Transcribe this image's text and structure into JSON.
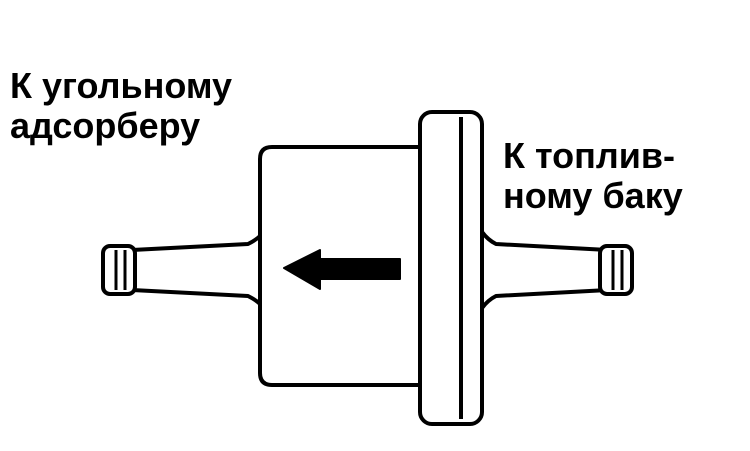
{
  "labels": {
    "left": {
      "line1": "К угольному",
      "line2": "адсорберу"
    },
    "right": {
      "line1": "К топлив-",
      "line2": "ному баку"
    }
  },
  "colors": {
    "ink": "#000000",
    "paper": "#ffffff"
  },
  "icons": {
    "flow_arrow": "arrow-left-icon"
  }
}
